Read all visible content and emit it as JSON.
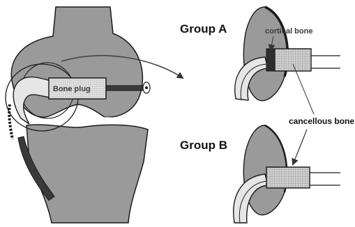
{
  "labels": {
    "bone_plug": "Bone plug",
    "group_a": "Group A",
    "group_b": "Group B",
    "cortical_bone": "cortical bone",
    "cancellous_bone": "cancellous bone"
  },
  "colors": {
    "bone_fill": "#9a9a9a",
    "plug_fill": "#dcdcdc",
    "tendon_fill": "#e6e6e6",
    "outline": "#1a1a1a",
    "background": "#ffffff"
  }
}
